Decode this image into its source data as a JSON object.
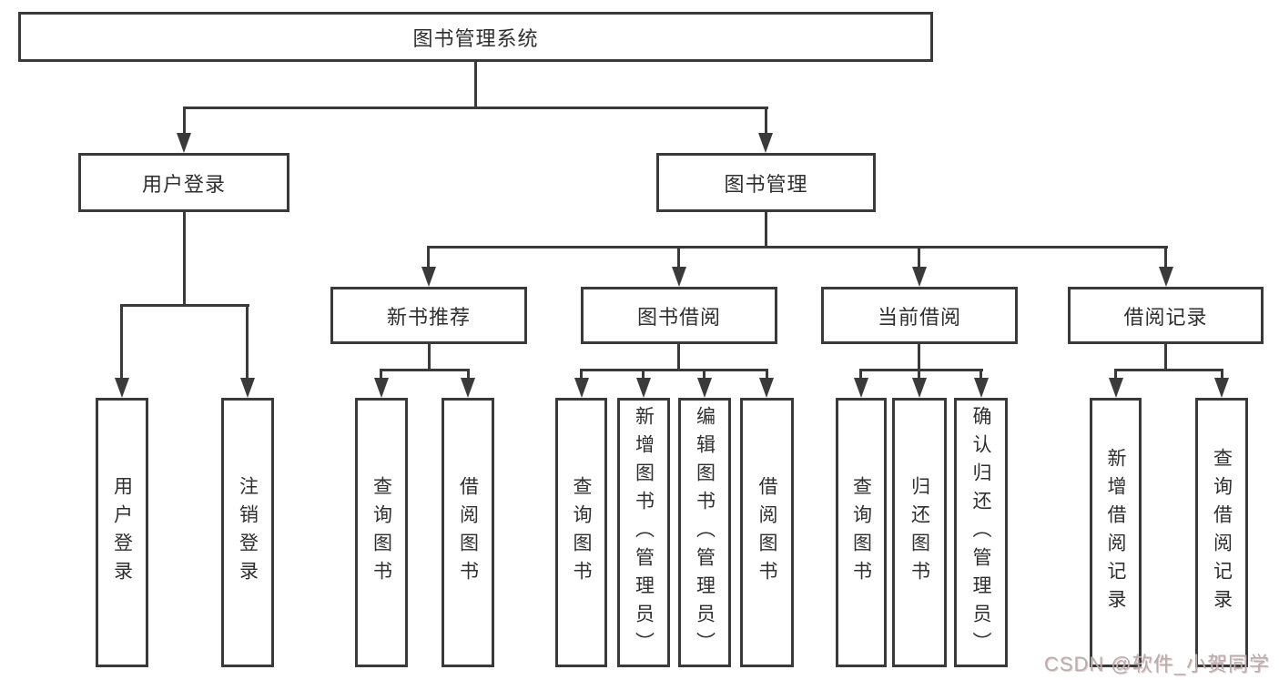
{
  "watermark": "CSDN @软件_小贺同学",
  "colors": {
    "line": "#3a3a3a",
    "text": "#2f2f2f",
    "background": "#ffffff",
    "watermark_gray": "#b1b1b1"
  },
  "tree": {
    "root": "图书管理系统",
    "branches": [
      {
        "label": "用户登录",
        "children": [
          "用户登录",
          "注销登录"
        ]
      },
      {
        "label": "图书管理",
        "groups": [
          {
            "label": "新书推荐",
            "children": [
              "查询图书",
              "借阅图书"
            ]
          },
          {
            "label": "图书借阅",
            "children": [
              "查询图书",
              "新增图书（管理员）",
              "编辑图书（管理员）",
              "借阅图书"
            ]
          },
          {
            "label": "当前借阅",
            "children": [
              "查询图书",
              "归还图书",
              "确认归还（管理员）"
            ]
          },
          {
            "label": "借阅记录",
            "children": [
              "新增借阅记录",
              "查询借阅记录"
            ]
          }
        ]
      }
    ]
  }
}
